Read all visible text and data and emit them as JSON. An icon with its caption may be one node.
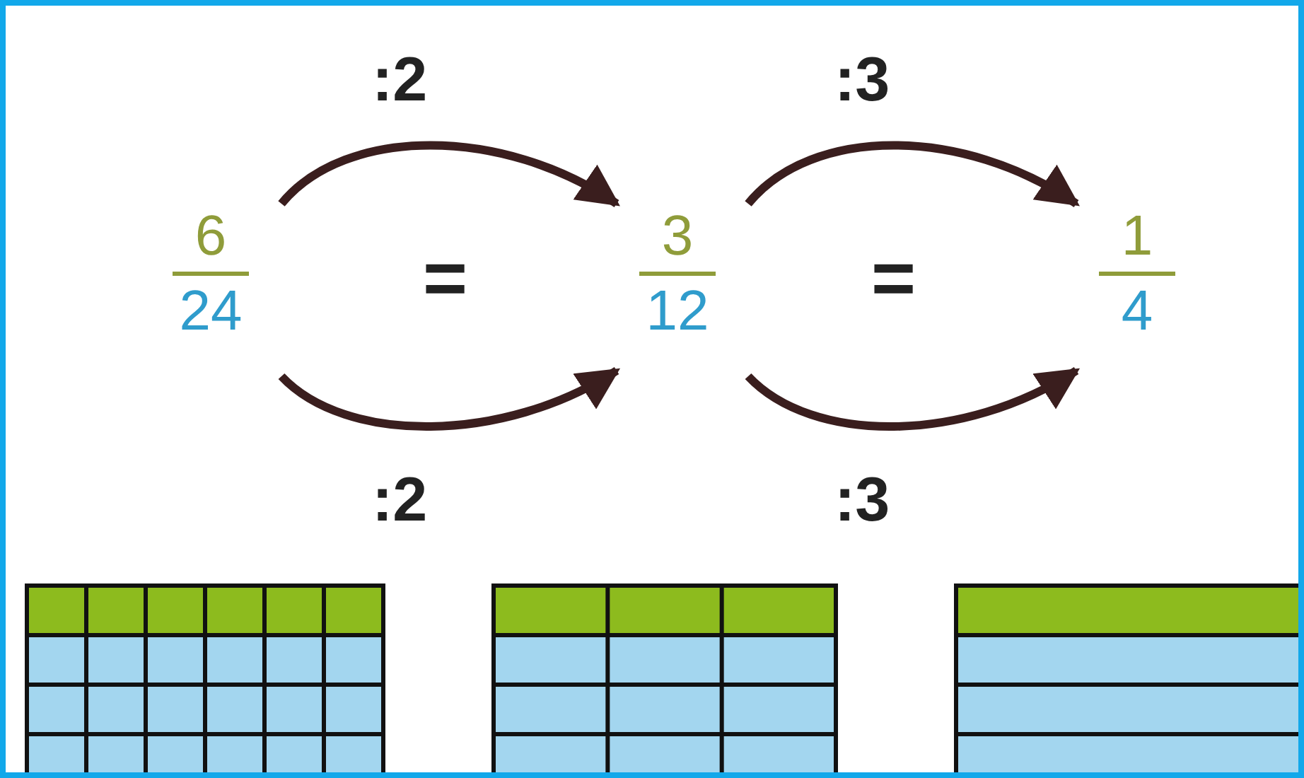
{
  "diagram": {
    "nodes": [
      {
        "text": [
          "6",
          "24"
        ]
      },
      {
        "text": [
          "3",
          "12"
        ]
      },
      {
        "text": [
          "1",
          "4"
        ]
      }
    ],
    "edges": [
      {
        "from": 0,
        "to": 1,
        "arrow": "to",
        "label": ":2"
      },
      {
        "from": 0,
        "to": 1,
        "arrow": "to",
        "label": ":2"
      },
      {
        "from": 1,
        "to": 2,
        "arrow": "to",
        "label": ":3"
      },
      {
        "from": 1,
        "to": 2,
        "arrow": "to",
        "label": ":3"
      }
    ],
    "labels": [
      "=",
      "="
    ]
  }
}
